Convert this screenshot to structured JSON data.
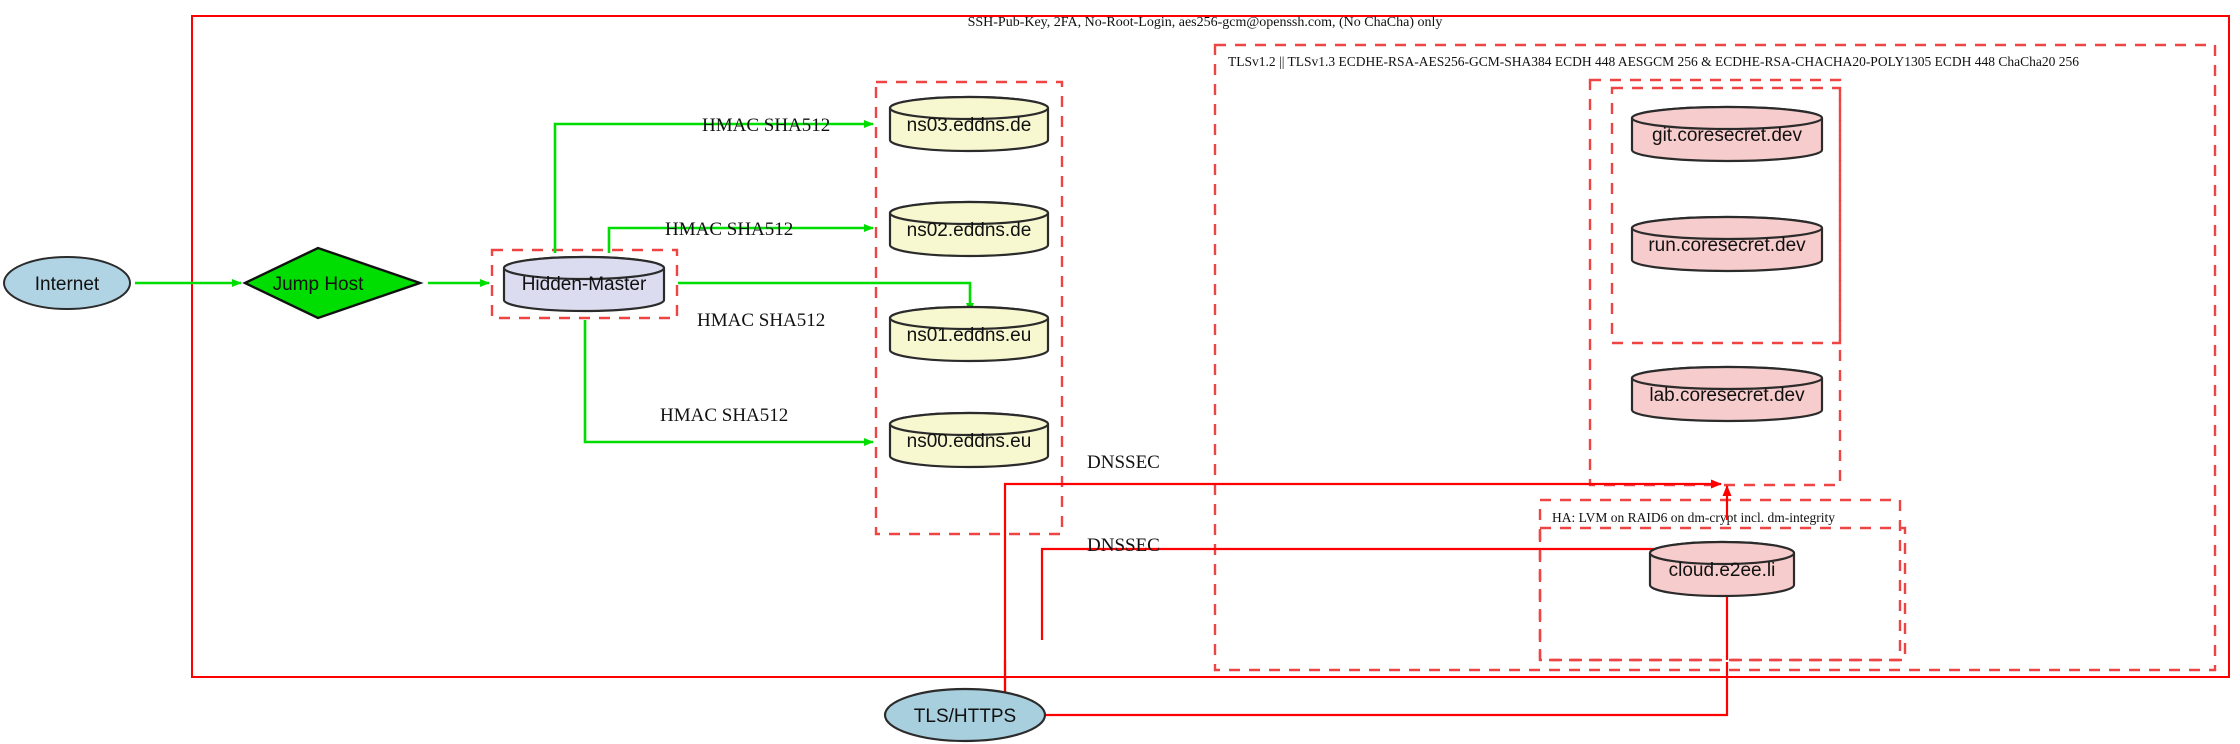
{
  "diagram": {
    "title_label": "SSH-Pub-Key, 2FA, No-Root-Login, aes256-gcm@openssh.com, (No ChaCha) only",
    "colors": {
      "boundary_red": "#ff0000",
      "dashed_red": "#ee4444",
      "link_green": "#00dd00",
      "internet_fill": "#b0d4e3",
      "jumphost_fill": "#00dd00",
      "master_fill": "#dcdcf0",
      "ns_fill": "#f7f7d0",
      "service_fill": "#f7cccc",
      "tls_fill": "#a8cfdd",
      "stroke_dark": "#2b2b2b"
    }
  },
  "zones": {
    "ssh_zone_label": "SSH-Pub-Key, 2FA, No-Root-Login, aes256-gcm@openssh.com, (No ChaCha) only",
    "tls_zone_label": "TLSv1.2 || TLSv1.3 ECDHE-RSA-AES256-GCM-SHA384 ECDH 448 AESGCM 256 & ECDHE-RSA-CHACHA20-POLY1305 ECDH 448 ChaCha20 256",
    "ha_zone_label": "HA: LVM on RAID6 on dm-crypt incl. dm-integrity"
  },
  "nodes": {
    "internet": "Internet",
    "jump_host": "Jump Host",
    "hidden_master": "Hidden-Master",
    "tls_https": "TLS/HTTPS",
    "nameservers": [
      {
        "label": "ns03.eddns.de"
      },
      {
        "label": "ns02.eddns.de"
      },
      {
        "label": "ns01.eddns.eu"
      },
      {
        "label": "ns00.eddns.eu"
      }
    ],
    "services": [
      {
        "label": "git.coresecret.dev"
      },
      {
        "label": "run.coresecret.dev"
      },
      {
        "label": "lab.coresecret.dev"
      }
    ],
    "cloud": {
      "label": "cloud.e2ee.li"
    }
  },
  "edge_labels": {
    "hmac": [
      "HMAC SHA512",
      "HMAC SHA512",
      "HMAC SHA512",
      "HMAC SHA512"
    ],
    "dnssec": [
      "DNSSEC",
      "DNSSEC"
    ]
  }
}
